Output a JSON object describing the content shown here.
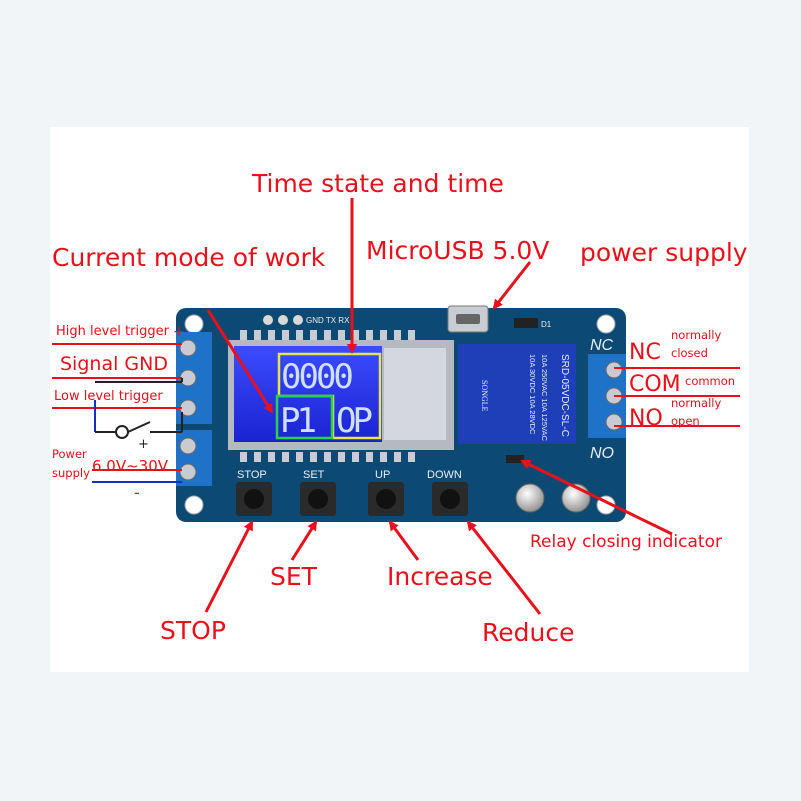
{
  "labels": {
    "time_state": "Time state and time",
    "current_mode": "Current mode of work",
    "microusb": "MicroUSB 5.0V",
    "power_supply_top": "power supply",
    "high_level": "High level trigger",
    "signal_gnd": "Signal GND",
    "low_level": "Low level trigger",
    "power_left_1": "Power",
    "power_left_2": "supply",
    "voltage": "6.0V~30V",
    "nc": "NC",
    "nc_desc_1": "normally",
    "nc_desc_2": "closed",
    "com": "COM",
    "com_desc": "common",
    "no": "NO",
    "no_desc_1": "normally",
    "no_desc_2": "open",
    "relay_indicator": "Relay closing indicator",
    "set": "SET",
    "increase": "Increase",
    "stop": "STOP",
    "reduce": "Reduce"
  },
  "board": {
    "silk_header": "GND TX RX",
    "silk_nc": "NC",
    "silk_no": "NO",
    "silk_d1": "D1",
    "buttons": [
      "STOP",
      "SET",
      "UP",
      "DOWN"
    ],
    "lcd_top": "0000",
    "lcd_bottom_left": "P1",
    "lcd_bottom_right": "OP",
    "relay_line1": "SRD-05VDC-SL-C",
    "relay_line2": "10A 250VAC  10A 125VAC",
    "relay_line3": "10A 30VDC  10A 28VDC",
    "relay_brand": "SONGLE",
    "plus": "+",
    "minus": "-"
  },
  "colors": {
    "annotation": "#e8101a",
    "board": "#0d4a73",
    "lcd": "#2233e0",
    "relay": "#1f3fb8",
    "terminal": "#1e73c8",
    "highlight_green": "#27d24b",
    "highlight_yellow": "#e6e64a",
    "wire_blue": "#1030c8"
  }
}
